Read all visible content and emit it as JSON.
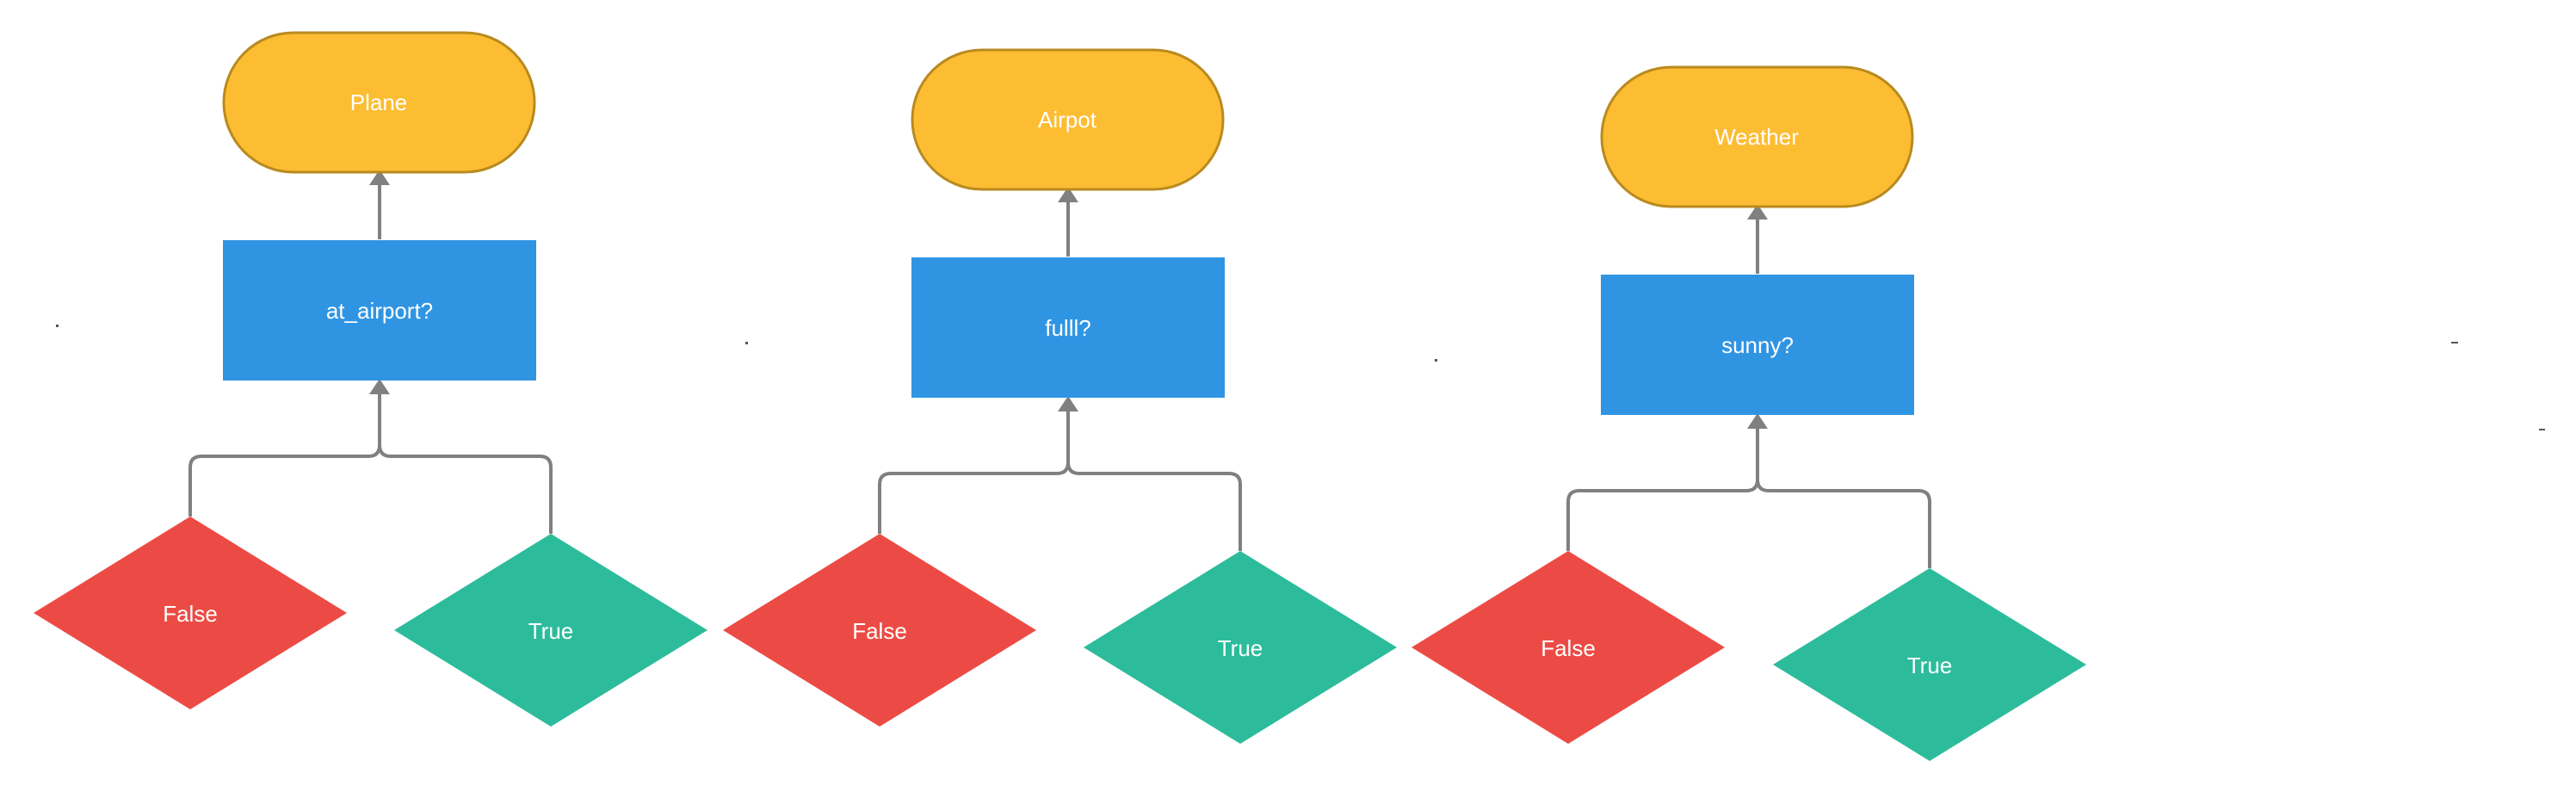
{
  "diagram": {
    "colors": {
      "terminal_fill": "#FDBD33",
      "terminal_stroke": "#B98A1E",
      "process_fill": "#2F95E3",
      "false_fill": "#EC4B45",
      "true_fill": "#2DBC9B",
      "connector": "#808080",
      "text": "#FFFFFF"
    },
    "flows": [
      {
        "terminal": "Plane",
        "decision": "at_airport?",
        "false_label": "False",
        "true_label": "True"
      },
      {
        "terminal": "Airpot",
        "decision": "fulll?",
        "false_label": "False",
        "true_label": "True"
      },
      {
        "terminal": "Weather",
        "decision": "sunny?",
        "false_label": "False",
        "true_label": "True"
      }
    ]
  }
}
